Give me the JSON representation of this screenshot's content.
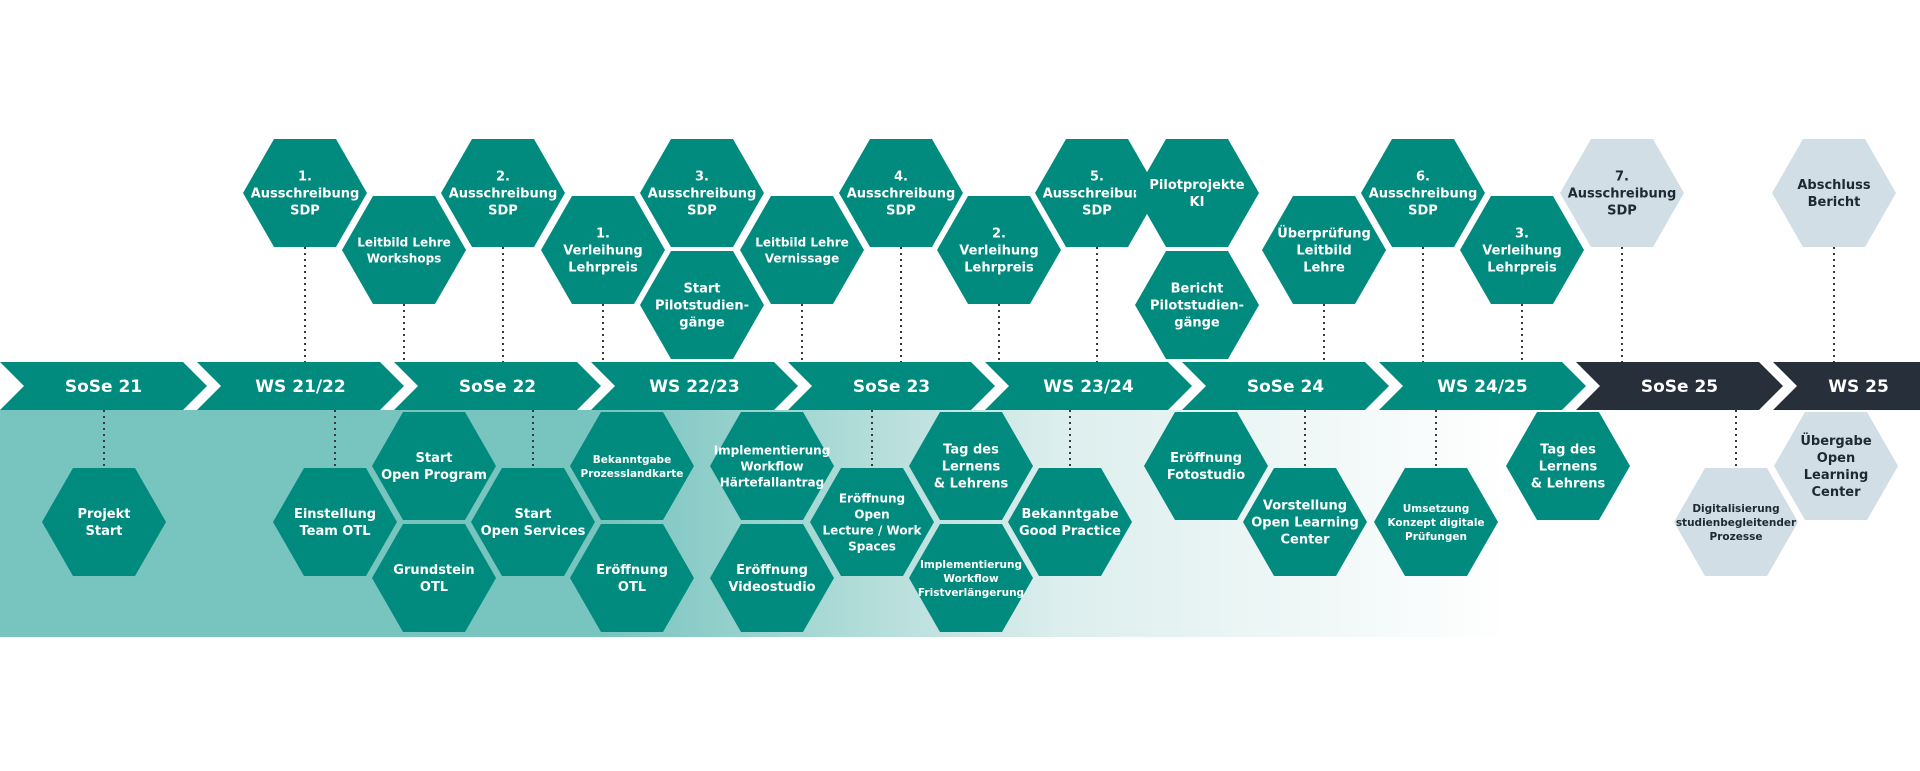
{
  "colors": {
    "teal": "#018a7e",
    "dark": "#262f3a",
    "light": "#d1dee5",
    "band": "#78c4bf",
    "text_on_light": "#1e2a33",
    "connector": "#3a3a3a"
  },
  "timeline": {
    "semesters": [
      {
        "label": "SoSe 21",
        "color": "teal"
      },
      {
        "label": "WS 21/22",
        "color": "teal"
      },
      {
        "label": "SoSe 22",
        "color": "teal"
      },
      {
        "label": "WS 22/23",
        "color": "teal"
      },
      {
        "label": "SoSe 23",
        "color": "teal"
      },
      {
        "label": "WS 23/24",
        "color": "teal"
      },
      {
        "label": "SoSe 24",
        "color": "teal"
      },
      {
        "label": "WS 24/25",
        "color": "teal"
      },
      {
        "label": "SoSe 25",
        "color": "dark"
      },
      {
        "label": "WS 25",
        "color": "dark"
      }
    ]
  },
  "milestones_top": [
    {
      "lines": [
        "1.",
        "Ausschreibung",
        "SDP"
      ],
      "color": "teal"
    },
    {
      "lines": [
        "Leitbild Lehre",
        "Workshops"
      ],
      "color": "teal"
    },
    {
      "lines": [
        "2.",
        "Ausschreibung",
        "SDP"
      ],
      "color": "teal"
    },
    {
      "lines": [
        "1.",
        "Verleihung",
        "Lehrpreis"
      ],
      "color": "teal"
    },
    {
      "lines": [
        "3.",
        "Ausschreibung",
        "SDP"
      ],
      "color": "teal"
    },
    {
      "lines": [
        "Start",
        "Pilotstudien-",
        "gänge"
      ],
      "color": "teal"
    },
    {
      "lines": [
        "Leitbild Lehre",
        "Vernissage"
      ],
      "color": "teal"
    },
    {
      "lines": [
        "4.",
        "Ausschreibung",
        "SDP"
      ],
      "color": "teal"
    },
    {
      "lines": [
        "2.",
        "Verleihung",
        "Lehrpreis"
      ],
      "color": "teal"
    },
    {
      "lines": [
        "5.",
        "Ausschreibung",
        "SDP"
      ],
      "color": "teal"
    },
    {
      "lines": [
        "Pilotprojekte",
        "KI"
      ],
      "color": "teal"
    },
    {
      "lines": [
        "Bericht",
        "Pilotstudien-",
        "gänge"
      ],
      "color": "teal"
    },
    {
      "lines": [
        "Überprüfung",
        "Leitbild",
        "Lehre"
      ],
      "color": "teal"
    },
    {
      "lines": [
        "6.",
        "Ausschreibung",
        "SDP"
      ],
      "color": "teal"
    },
    {
      "lines": [
        "3.",
        "Verleihung",
        "Lehrpreis"
      ],
      "color": "teal"
    },
    {
      "lines": [
        "7.",
        "Ausschreibung",
        "SDP"
      ],
      "color": "light"
    },
    {
      "lines": [
        "Abschluss",
        "Bericht"
      ],
      "color": "light"
    }
  ],
  "milestones_bottom": [
    {
      "lines": [
        "Projekt",
        "Start"
      ],
      "color": "teal"
    },
    {
      "lines": [
        "Einstellung",
        "Team OTL"
      ],
      "color": "teal"
    },
    {
      "lines": [
        "Start",
        "Open Program"
      ],
      "color": "teal"
    },
    {
      "lines": [
        "Grundstein",
        "OTL"
      ],
      "color": "teal"
    },
    {
      "lines": [
        "Start",
        "Open Services"
      ],
      "color": "teal"
    },
    {
      "lines": [
        "Bekanntgabe",
        "Prozesslandkarte"
      ],
      "color": "teal"
    },
    {
      "lines": [
        "Eröffnung",
        "OTL"
      ],
      "color": "teal"
    },
    {
      "lines": [
        "Implementierung",
        "Workflow",
        "Härtefallantrag"
      ],
      "color": "teal"
    },
    {
      "lines": [
        "Eröffnung",
        "Videostudio"
      ],
      "color": "teal"
    },
    {
      "lines": [
        "Eröffnung",
        "Open",
        "Lecture / Work",
        "Spaces"
      ],
      "color": "teal"
    },
    {
      "lines": [
        "Tag des",
        "Lernens",
        "& Lehrens"
      ],
      "color": "teal"
    },
    {
      "lines": [
        "Implementierung",
        "Workflow",
        "Fristverlängerung"
      ],
      "color": "teal"
    },
    {
      "lines": [
        "Bekanntgabe",
        "Good Practice"
      ],
      "color": "teal"
    },
    {
      "lines": [
        "Eröffnung",
        "Fotostudio"
      ],
      "color": "teal"
    },
    {
      "lines": [
        "Vorstellung",
        "Open Learning",
        "Center"
      ],
      "color": "teal"
    },
    {
      "lines": [
        "Umsetzung",
        "Konzept digitale",
        "Prüfungen"
      ],
      "color": "teal"
    },
    {
      "lines": [
        "Tag des",
        "Lernens",
        "& Lehrens"
      ],
      "color": "teal"
    },
    {
      "lines": [
        "Digitalisierung",
        "studienbegleitender",
        "Prozesse"
      ],
      "color": "light"
    },
    {
      "lines": [
        "Übergabe",
        "Open",
        "Learning",
        "Center"
      ],
      "color": "light"
    }
  ]
}
